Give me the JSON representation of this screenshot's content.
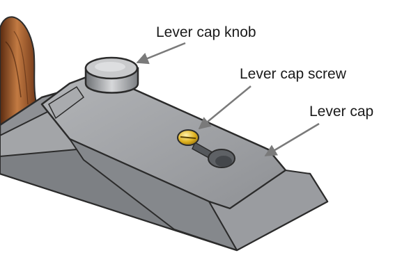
{
  "labels": {
    "knob": "Lever cap knob",
    "screw": "Lever cap screw",
    "cap": "Lever cap"
  },
  "colors": {
    "background": "#ffffff",
    "metal_light": "#a9abae",
    "metal_mid": "#8e9094",
    "metal_dark": "#6e7175",
    "outline": "#2b2b2b",
    "wood_light": "#c27a42",
    "wood_dark": "#5a2a10",
    "brass": "#e0b321",
    "arrow": "#7a7a7a"
  },
  "icons": {
    "plane": "hand-plane-illustration",
    "arrow": "callout-arrow"
  }
}
